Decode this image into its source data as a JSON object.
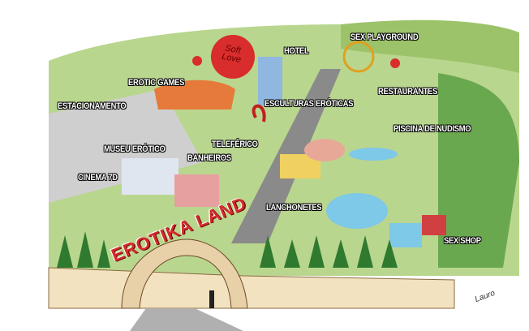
{
  "title": "EROTIKA LAND",
  "balloon_text": "Soft Love",
  "signature": "Lauro",
  "labels": {
    "sex_playground": "SEX  PLAYGROUND",
    "hotel": "HOTEL",
    "erotic_games": "EROTIC GAMES",
    "estacionamento": "ESTACIONAMENTO",
    "restaurantes": "RESTAURANTES",
    "esculturas": "ESCULTURAS ERÓTICAS",
    "piscina": "PISCINA DE NUDISMO",
    "teleferico": "TELEFÉRICO",
    "museu": "MUSEU ERÓTICO",
    "banheiros": "BANHEIROS",
    "cinema": "CINEMA 7D",
    "lanchonetes": "LANCHONETES",
    "sex_shop": "SEX SHOP"
  }
}
